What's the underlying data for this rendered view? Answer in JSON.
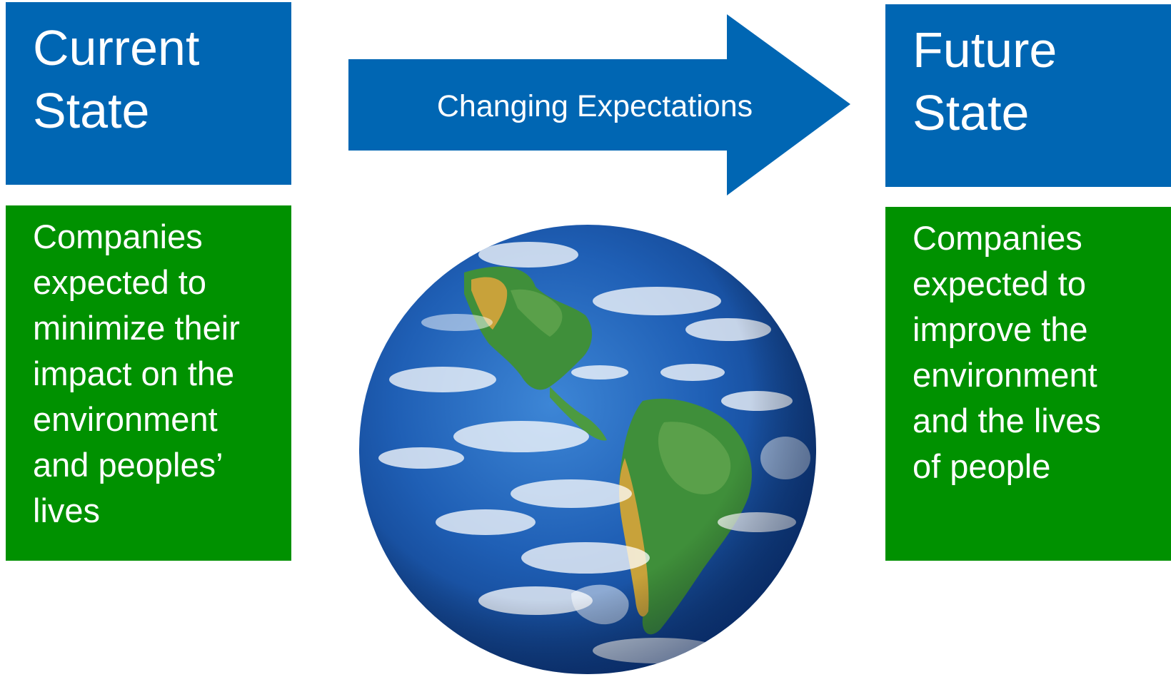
{
  "current_state": {
    "title_lines": [
      "Current",
      "State"
    ],
    "description_lines": [
      "Companies",
      "expected to",
      "minimize their",
      "impact on the",
      "environment",
      "and peoples’",
      "lives"
    ]
  },
  "arrow": {
    "label": "Changing Expectations"
  },
  "future_state": {
    "title_lines": [
      "Future",
      "State"
    ],
    "description_lines": [
      "Companies",
      "expected to",
      "improve the",
      "environment",
      "and the lives",
      "of people"
    ]
  },
  "colors": {
    "state_blue": "#0066b3",
    "description_green": "#009100",
    "text": "#ffffff"
  },
  "images": {
    "globe": "earth-globe-americas"
  }
}
